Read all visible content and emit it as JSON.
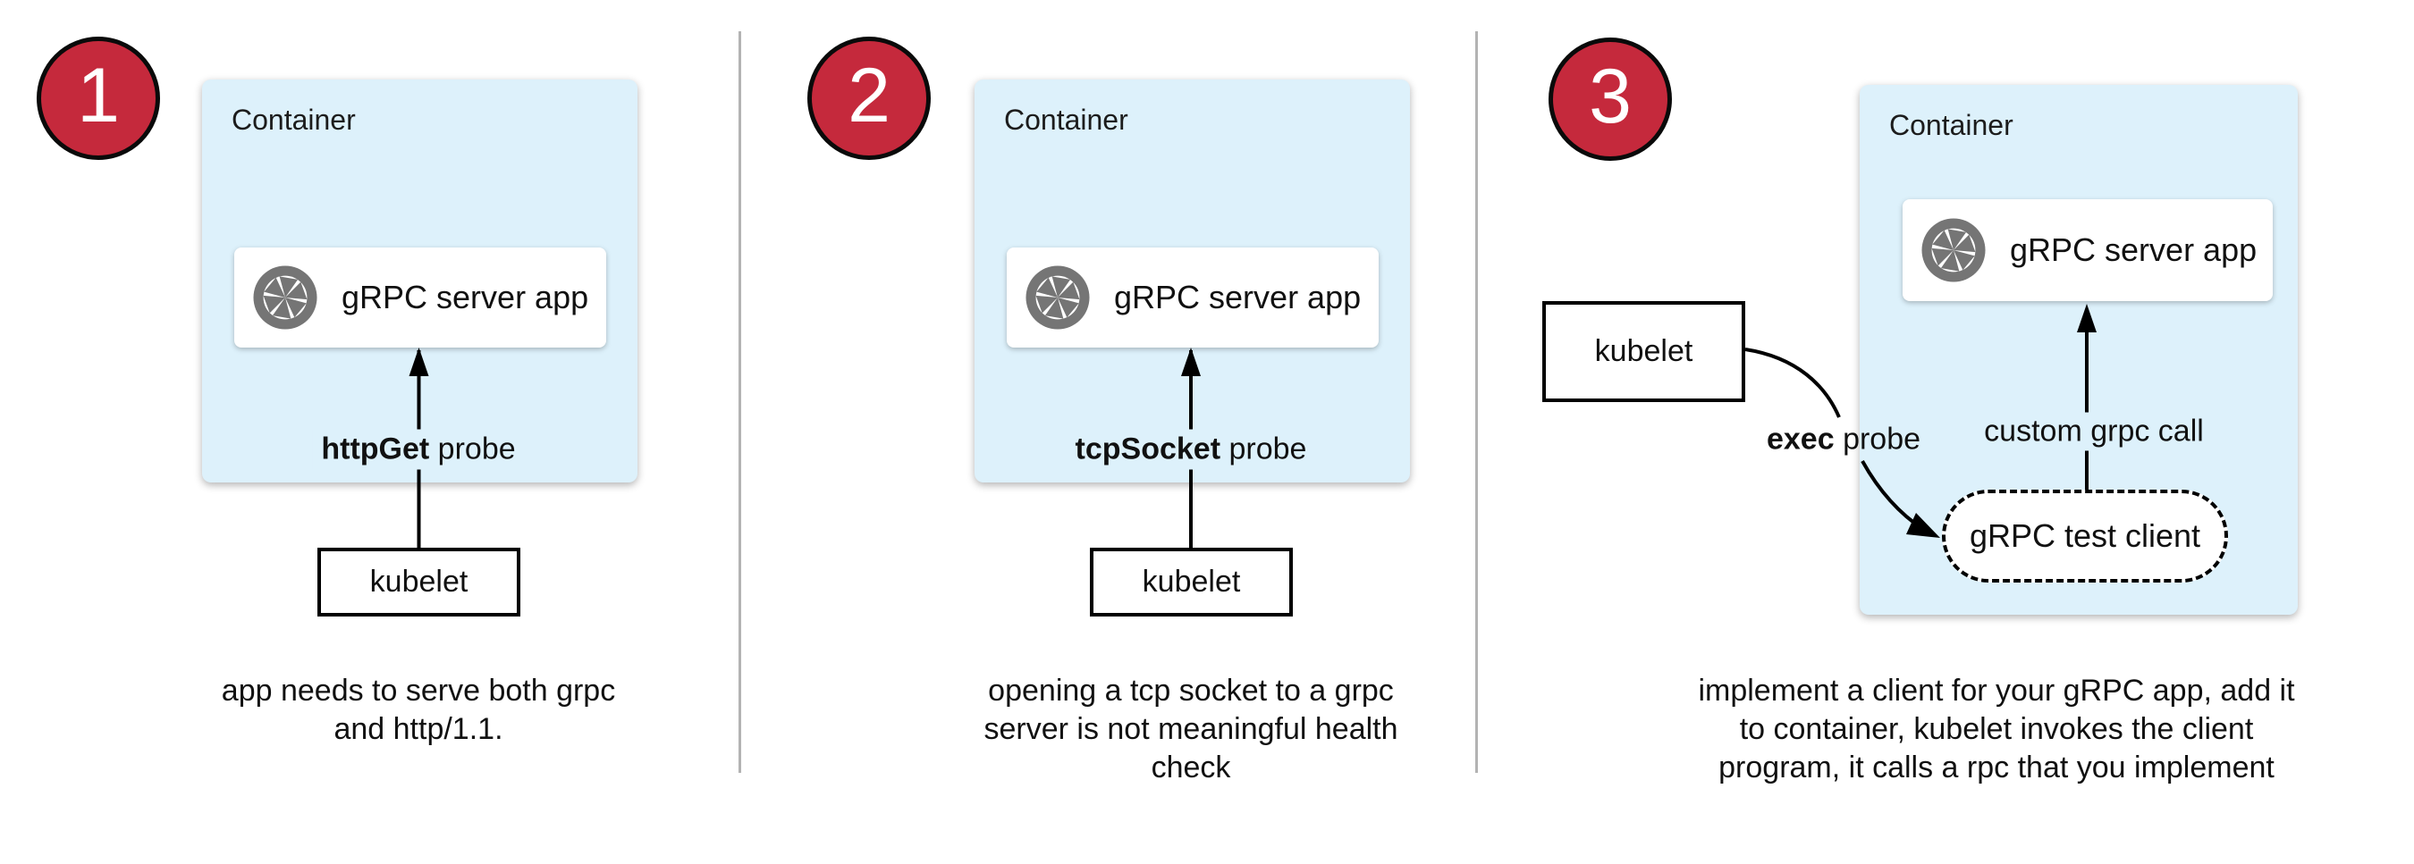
{
  "colors": {
    "container_fill": "#ddf1fb",
    "badge_fill": "#c5293c",
    "icon_gray": "#757575",
    "divider": "#b3b3b3",
    "text": "#111111",
    "arrow": "#000000"
  },
  "panels": [
    {
      "badge": "1",
      "container_label": "Container",
      "app_label": "gRPC server app",
      "probe_label_bold": "httpGet",
      "probe_label_rest": " probe",
      "kubelet_label": "kubelet",
      "caption_lines": [
        "app needs to serve both grpc",
        "and http/1.1."
      ]
    },
    {
      "badge": "2",
      "container_label": "Container",
      "app_label": "gRPC server app",
      "probe_label_bold": "tcpSocket",
      "probe_label_rest": " probe",
      "kubelet_label": "kubelet",
      "caption_lines": [
        "opening a tcp socket to a grpc",
        "server is not meaningful health",
        "check"
      ]
    },
    {
      "badge": "3",
      "container_label": "Container",
      "app_label": "gRPC server app",
      "kubelet_label": "kubelet",
      "exec_label_bold": "exec",
      "exec_label_rest": " probe",
      "custom_call_label": "custom grpc call",
      "test_client_label": "gRPC test client",
      "caption_lines": [
        "implement a client for your gRPC app, add it",
        "to container, kubelet invokes the client",
        "program, it calls a rpc that you implement"
      ]
    }
  ]
}
